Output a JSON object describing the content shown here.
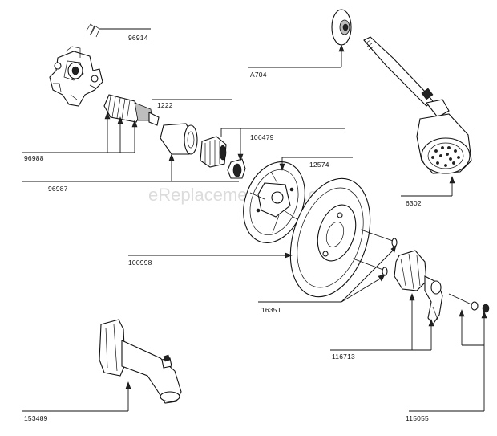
{
  "watermark": "eReplacementParts.com",
  "parts": [
    {
      "id": "p96914",
      "label": "96914"
    },
    {
      "id": "p1222",
      "label": "1222"
    },
    {
      "id": "p96988",
      "label": "96988"
    },
    {
      "id": "p106479",
      "label": "106479"
    },
    {
      "id": "p12574",
      "label": "12574"
    },
    {
      "id": "p96987",
      "label": "96987"
    },
    {
      "id": "pA704",
      "label": "A704"
    },
    {
      "id": "p6302",
      "label": "6302"
    },
    {
      "id": "p100998",
      "label": "100998"
    },
    {
      "id": "p1635T",
      "label": "1635T"
    },
    {
      "id": "p116713",
      "label": "116713"
    },
    {
      "id": "p153489",
      "label": "153489"
    },
    {
      "id": "p115055",
      "label": "115055"
    }
  ]
}
